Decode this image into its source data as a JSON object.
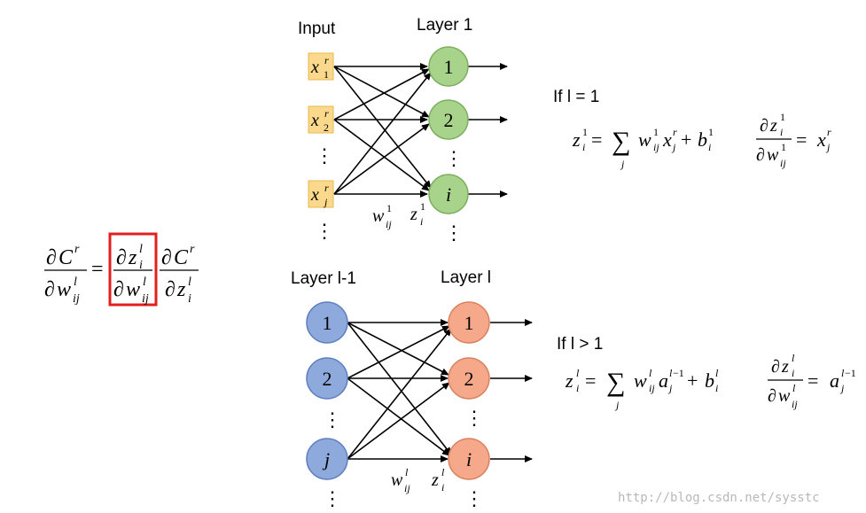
{
  "colors": {
    "input_box_fill": "#fad98c",
    "input_box_stroke": "#e8b84a",
    "layer1_node_fill": "#a7d48a",
    "layer1_node_stroke": "#7faf62",
    "prev_layer_node_fill": "#8eaadc",
    "prev_layer_node_stroke": "#5f7fbf",
    "layer_l_node_fill": "#f5a98a",
    "layer_l_node_stroke": "#d9825f",
    "highlight_box": "#e0201e"
  },
  "top_network": {
    "input_label": "Input",
    "layer_label": "Layer 1",
    "inputs": [
      {
        "base": "x",
        "sup": "r",
        "sub": "1"
      },
      {
        "base": "x",
        "sup": "r",
        "sub": "2"
      },
      {
        "base": "x",
        "sup": "r",
        "sub": "j"
      }
    ],
    "nodes": [
      "1",
      "2",
      "i"
    ],
    "weight": {
      "base": "w",
      "sup": "1",
      "sub": "ij"
    },
    "z": {
      "base": "z",
      "sup": "1",
      "sub": "i"
    },
    "condition": "If l = 1"
  },
  "bottom_network": {
    "prev_layer_label": "Layer l-1",
    "layer_label": "Layer l",
    "prev_nodes": [
      "1",
      "2",
      "j"
    ],
    "nodes": [
      "1",
      "2",
      "i"
    ],
    "weight": {
      "base": "w",
      "sup": "l",
      "sub": "ij"
    },
    "z": {
      "base": "z",
      "sup": "l",
      "sub": "i"
    },
    "condition": "If l > 1"
  },
  "dots": "⋮",
  "watermark": "http://blog.csdn.net/sysstc"
}
